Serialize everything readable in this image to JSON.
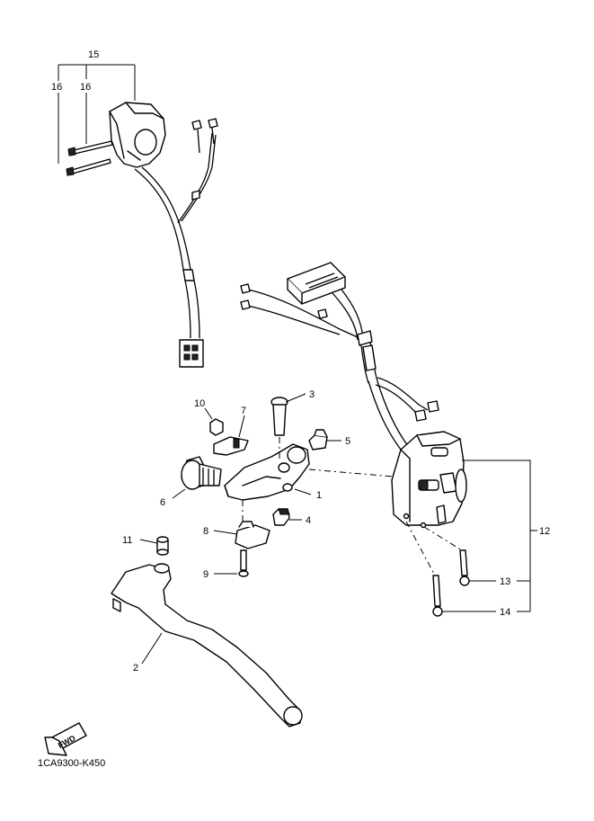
{
  "diagram": {
    "code": "1CA9300-K450",
    "fwd_label": "FWD",
    "callouts": {
      "c1": "1",
      "c2": "2",
      "c3": "3",
      "c4": "4",
      "c5": "5",
      "c6": "6",
      "c7": "7",
      "c8": "8",
      "c9": "9",
      "c10": "10",
      "c11": "11",
      "c12": "12",
      "c13": "13",
      "c14": "14",
      "c15": "15",
      "c16a": "16",
      "c16b": "16"
    }
  }
}
